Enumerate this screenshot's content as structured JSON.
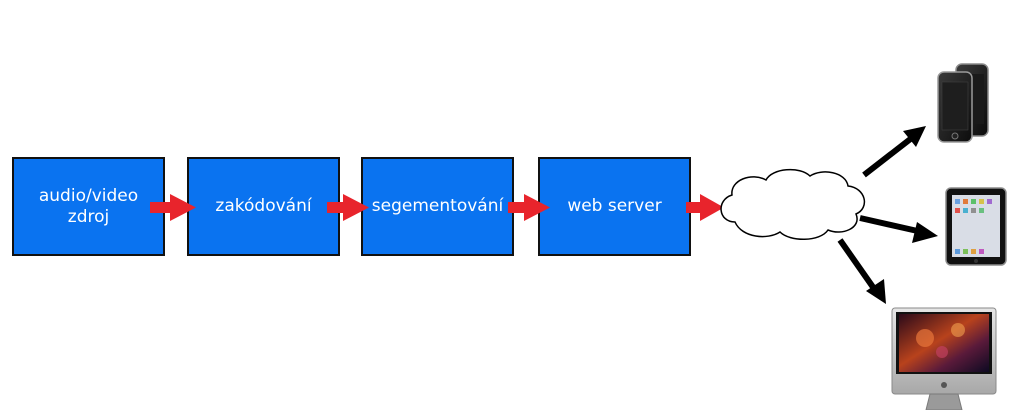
{
  "steps": [
    {
      "label": "audio/video\nzdroj"
    },
    {
      "label": "zakódování"
    },
    {
      "label": "segementování"
    },
    {
      "label": "web server"
    }
  ],
  "colors": {
    "box_fill": "#0a73f0",
    "box_border": "#111111",
    "box_text": "#ffffff",
    "flow_arrow": "#e8242c",
    "device_arrow": "#000000",
    "cloud_fill": "#ffffff",
    "cloud_stroke": "#000000"
  },
  "icons": {
    "cloud": "network-cloud-icon",
    "devices": [
      "smartphone-icon",
      "tablet-icon",
      "desktop-computer-icon"
    ]
  }
}
